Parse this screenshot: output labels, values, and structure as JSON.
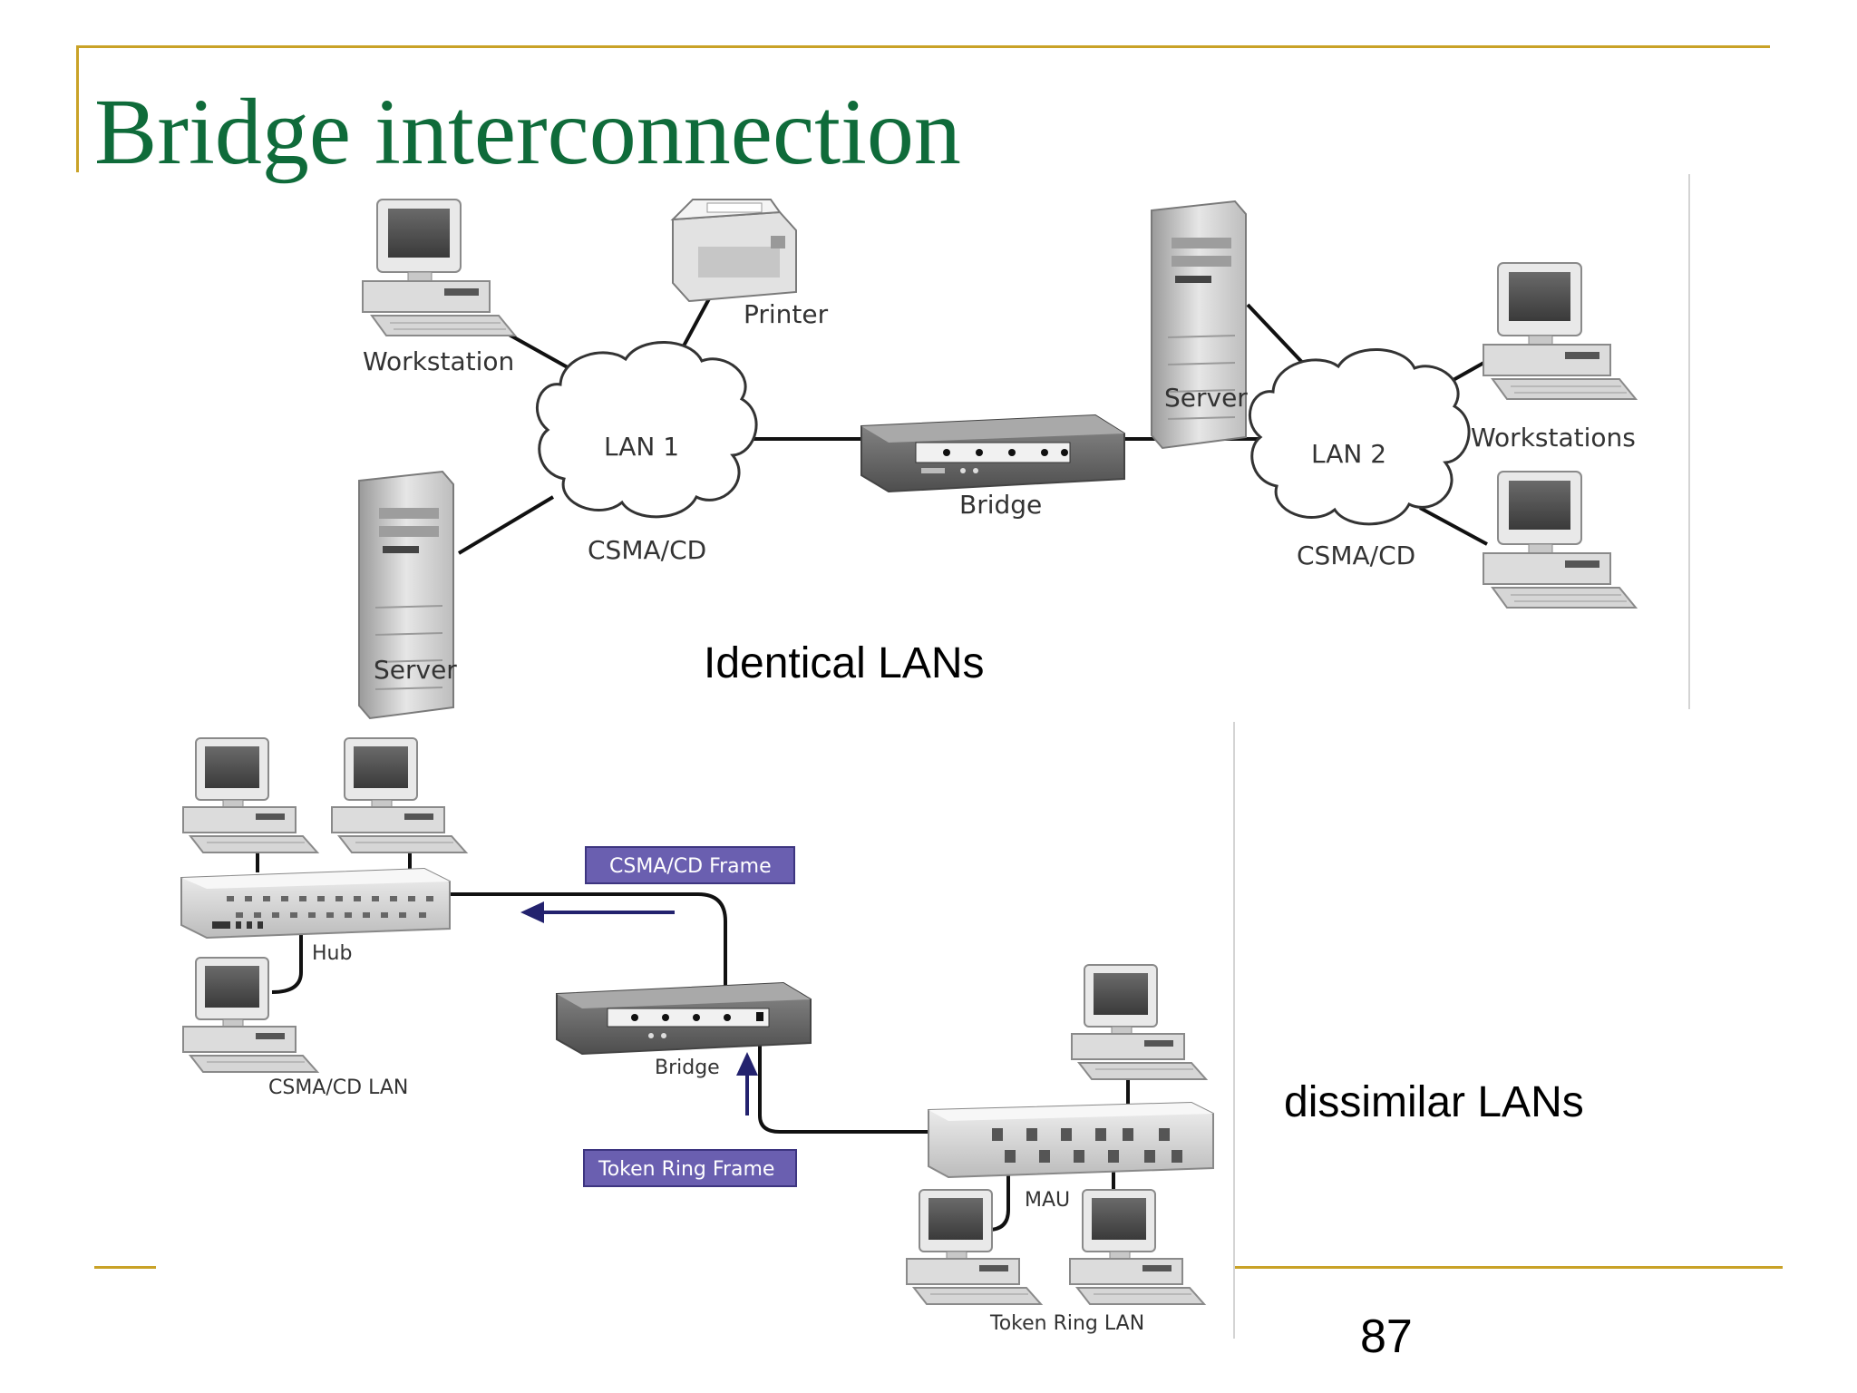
{
  "slide": {
    "title": "Bridge interconnection",
    "page_number": "87",
    "accent_color": "#c9a227",
    "title_color": "#0f6b3a"
  },
  "top_diagram": {
    "caption": "Identical LANs",
    "labels": {
      "workstation": "Workstation",
      "printer": "Printer",
      "server_left": "Server",
      "lan1": "LAN 1",
      "csma_left": "CSMA/CD",
      "bridge": "Bridge",
      "server_right": "Server",
      "lan2": "LAN 2",
      "workstations": "Workstations",
      "csma_right": "CSMA/CD"
    }
  },
  "bottom_diagram": {
    "caption": "dissimilar LANs",
    "labels": {
      "hub": "Hub",
      "csma_lan": "CSMA/CD LAN",
      "csma_frame": "CSMA/CD Frame",
      "bridge": "Bridge",
      "token_frame": "Token Ring Frame",
      "mau": "MAU",
      "token_lan": "Token Ring LAN"
    },
    "frame_box_color": "#6a5fb0",
    "arrow_color": "#23226e"
  }
}
